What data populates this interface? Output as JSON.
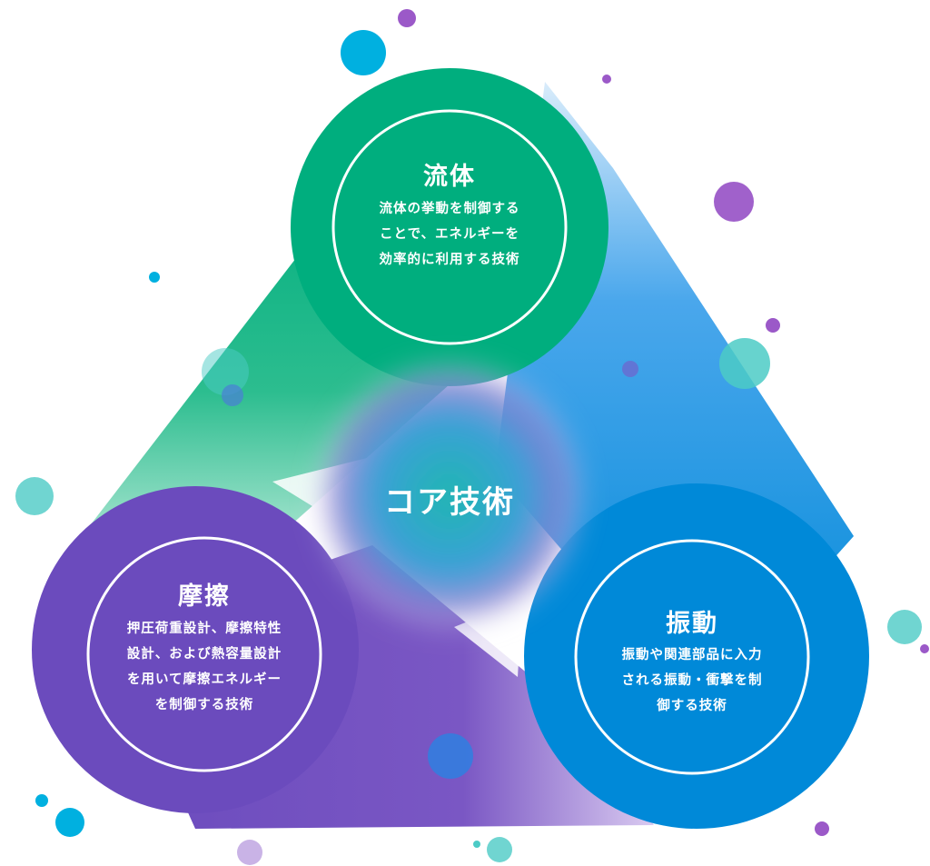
{
  "core": {
    "label": "コア技術"
  },
  "nodes": {
    "fluid": {
      "title": "流体",
      "lines": [
        "流体の挙動を制御する",
        "ことで、エネルギーを",
        "効率的に利用する技術"
      ],
      "color": "#00ae7e"
    },
    "friction": {
      "title": "摩擦",
      "lines": [
        "押圧荷重設計、摩擦特性",
        "設計、および熱容量設計",
        "を用いて摩擦エネルギー",
        "を制御する技術"
      ],
      "color": "#6b4bbd"
    },
    "vibration": {
      "title": "振動",
      "lines": [
        "振動や関連部品に入力",
        "される振動・衝撃を制",
        "御する技術"
      ],
      "color": "#0089d8"
    }
  },
  "colors": {
    "green": "#00ae7e",
    "purple": "#6b4bbd",
    "blue": "#0089d8",
    "teal": "#4ccbc6",
    "violet": "#9b59c8",
    "cyan": "#00b0e0",
    "lavender": "#c9b3e6"
  }
}
